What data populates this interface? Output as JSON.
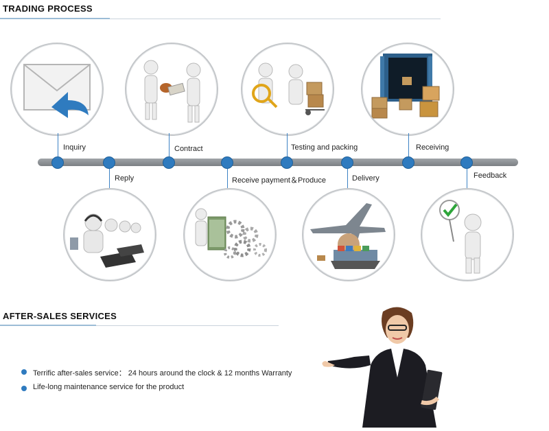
{
  "trading": {
    "title": "TRADING  PROCESS",
    "steps": [
      {
        "label": "Inquiry",
        "icon": "mail-reply-icon"
      },
      {
        "label": "Reply",
        "icon": "call-center-icon"
      },
      {
        "label": "Contract",
        "icon": "handshake-contract-icon"
      },
      {
        "label": "Receive payment＆Produce",
        "icon": "money-gears-icon"
      },
      {
        "label": "Testing and packing",
        "icon": "inspection-packing-icon"
      },
      {
        "label": "Delivery",
        "icon": "shipping-plane-icon"
      },
      {
        "label": "Receiving",
        "icon": "container-boxes-icon"
      },
      {
        "label": "Feedback",
        "icon": "checkmark-sign-icon"
      }
    ]
  },
  "after_sales": {
    "title": "AFTER-SALES SERVICES",
    "items": [
      "Terrific after-sales service：  24 hours around the clock & 12 months Warranty",
      "Life-long maintenance service for the product"
    ]
  },
  "colors": {
    "accent": "#2f7bbf",
    "timeline": "#8c9094",
    "bubble_border": "#c4c7ca"
  }
}
